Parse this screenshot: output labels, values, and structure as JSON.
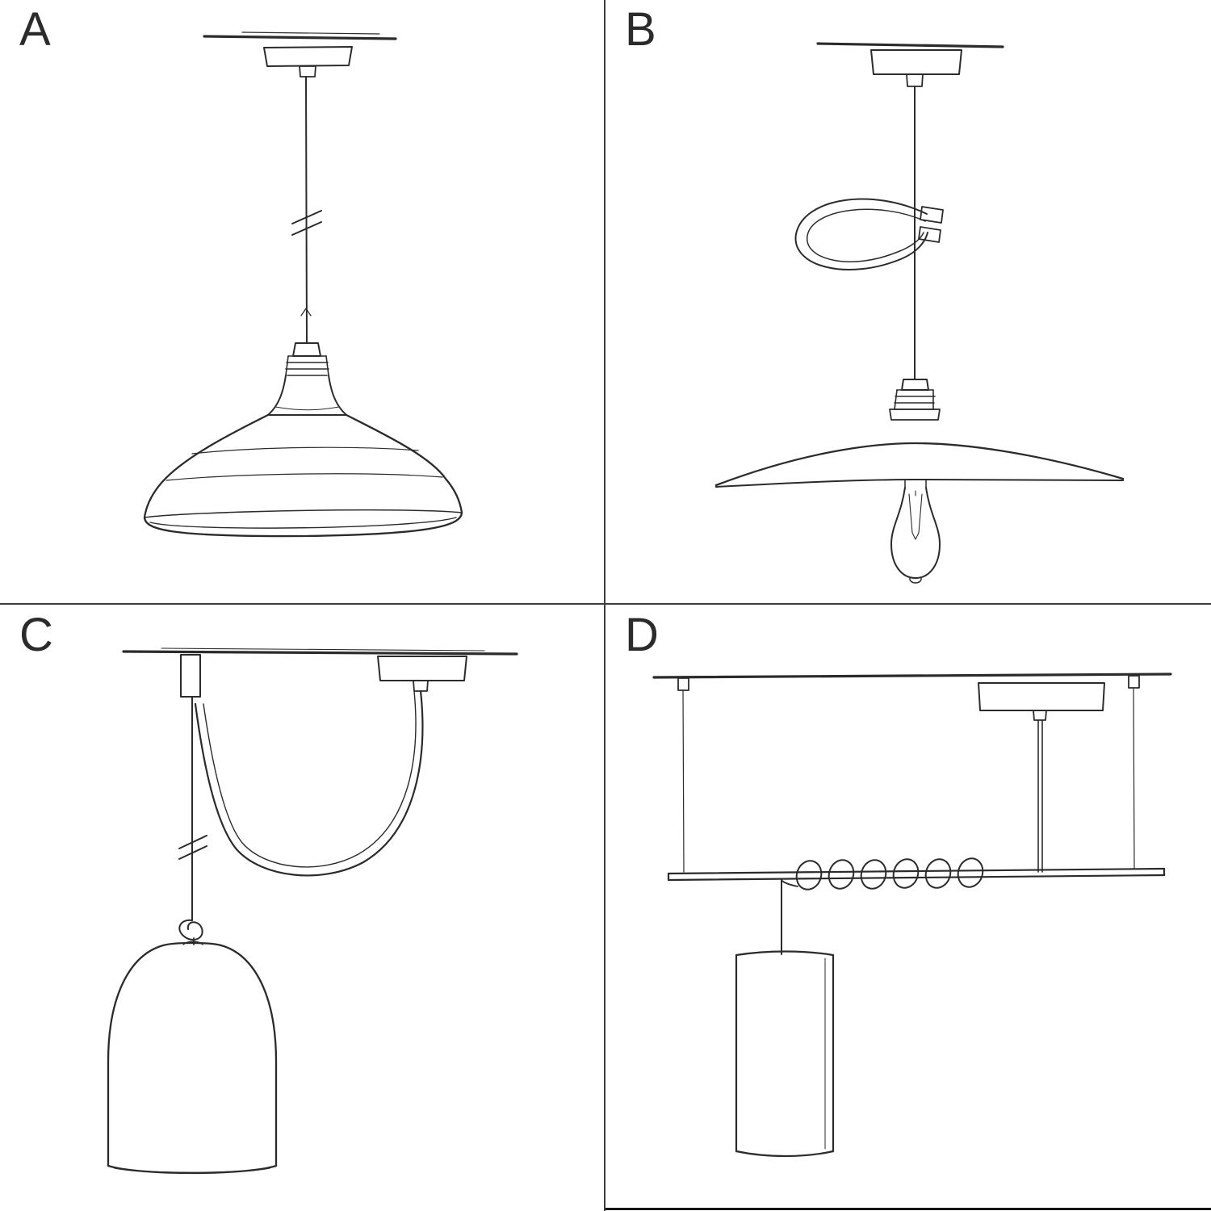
{
  "page": {
    "background": "#ffffff",
    "ink_color": "#2b2b2b",
    "divider_color": "#3d3d3d"
  },
  "panels": [
    {
      "label": "A",
      "icon": "pendant-coolie-shade-sketch"
    },
    {
      "label": "B",
      "icon": "pendant-flat-plate-shade-exposed-bulb-sketch"
    },
    {
      "label": "C",
      "icon": "swag-pendant-bell-dome-shade-sketch"
    },
    {
      "label": "D",
      "icon": "bar-suspension-coiled-cable-cylinder-shade-sketch"
    }
  ]
}
